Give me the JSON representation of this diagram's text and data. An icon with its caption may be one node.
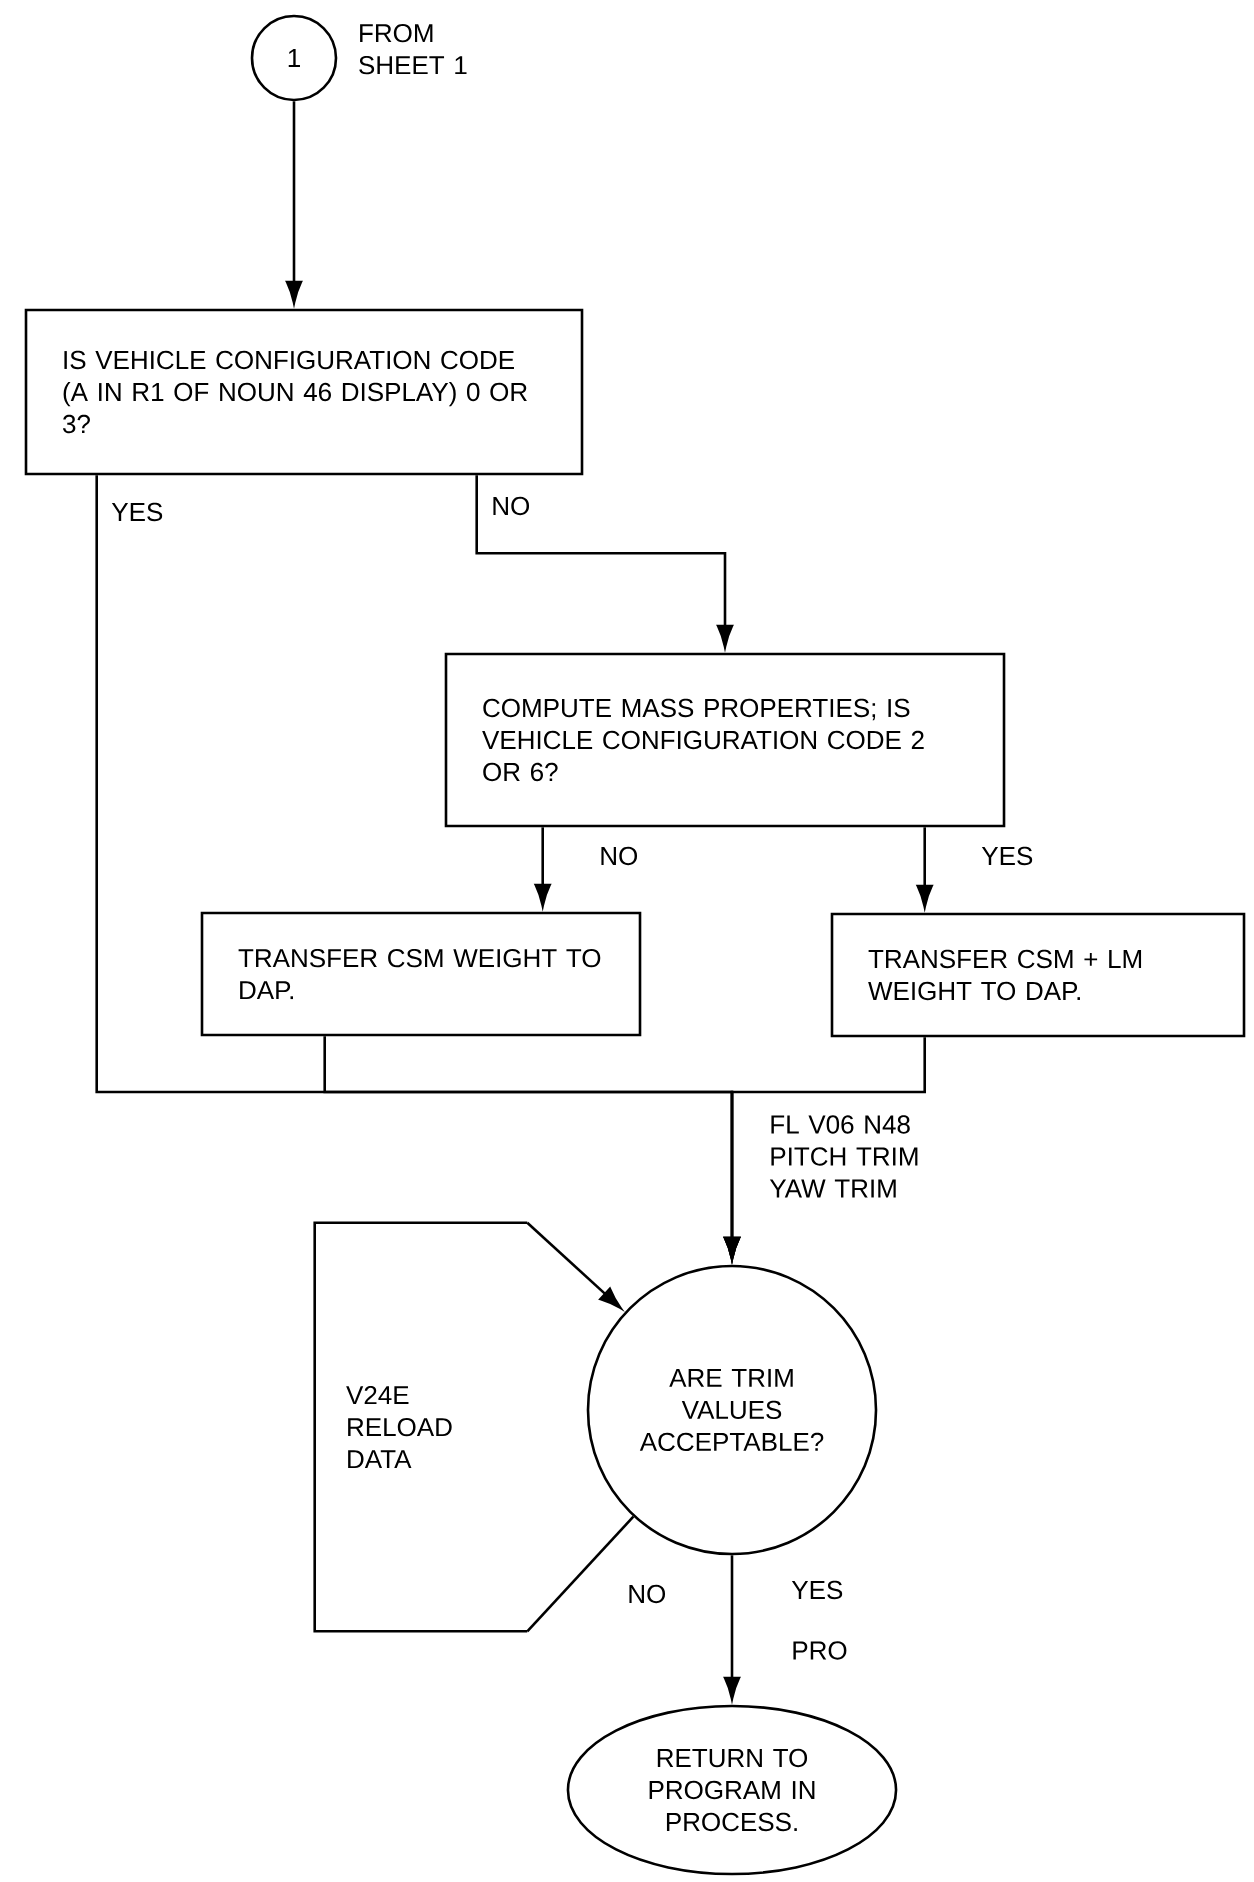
{
  "diagram": {
    "nodes": [
      {
        "text": [
          "1"
        ],
        "beside": [
          "FROM SHEET 1"
        ]
      },
      {
        "text": [
          "IS VEHICLE CONFIGURATION CODE (A IN R1 OF NOUN 46 DISPLAY) 0 OR 3?"
        ]
      },
      {
        "text": [
          "COMPUTE MASS PROPERTIES; IS VEHICLE CONFIGURATION CODE 2 OR 6?"
        ]
      },
      {
        "text": [
          "TRANSFER CSM WEIGHT TO DAP."
        ]
      },
      {
        "text": [
          "TRANSFER CSM + LM WEIGHT TO DAP."
        ]
      },
      {
        "text": [
          "ARE TRIM VALUES ACCEPTABLE?"
        ]
      },
      {
        "text": [
          "V24E RELOAD DATA"
        ]
      },
      {
        "text": [
          "RETURN TO PROGRAM IN PROCESS."
        ]
      }
    ],
    "edges": [
      {
        "from": 0,
        "to": 1,
        "arrow": "to"
      },
      {
        "from": 1,
        "to": 5,
        "arrow": "to",
        "label": "YES"
      },
      {
        "from": 1,
        "to": 2,
        "arrow": "to",
        "label": "NO"
      },
      {
        "from": 2,
        "to": 3,
        "arrow": "to",
        "label": "NO"
      },
      {
        "from": 2,
        "to": 4,
        "arrow": "to",
        "label": "YES"
      },
      {
        "from": 3,
        "to": 5,
        "arrow": "to"
      },
      {
        "from": 4,
        "to": 5,
        "arrow": "to"
      },
      {
        "from": 6,
        "to": 5,
        "arrow": "to"
      },
      {
        "from": 5,
        "to": 6,
        "arrow": "none",
        "label": "NO"
      },
      {
        "from": 5,
        "to": 7,
        "arrow": "to",
        "label": "YES"
      }
    ],
    "labels": [
      "FL V06 N48 PITCH TRIM YAW TRIM",
      "PRO"
    ]
  }
}
